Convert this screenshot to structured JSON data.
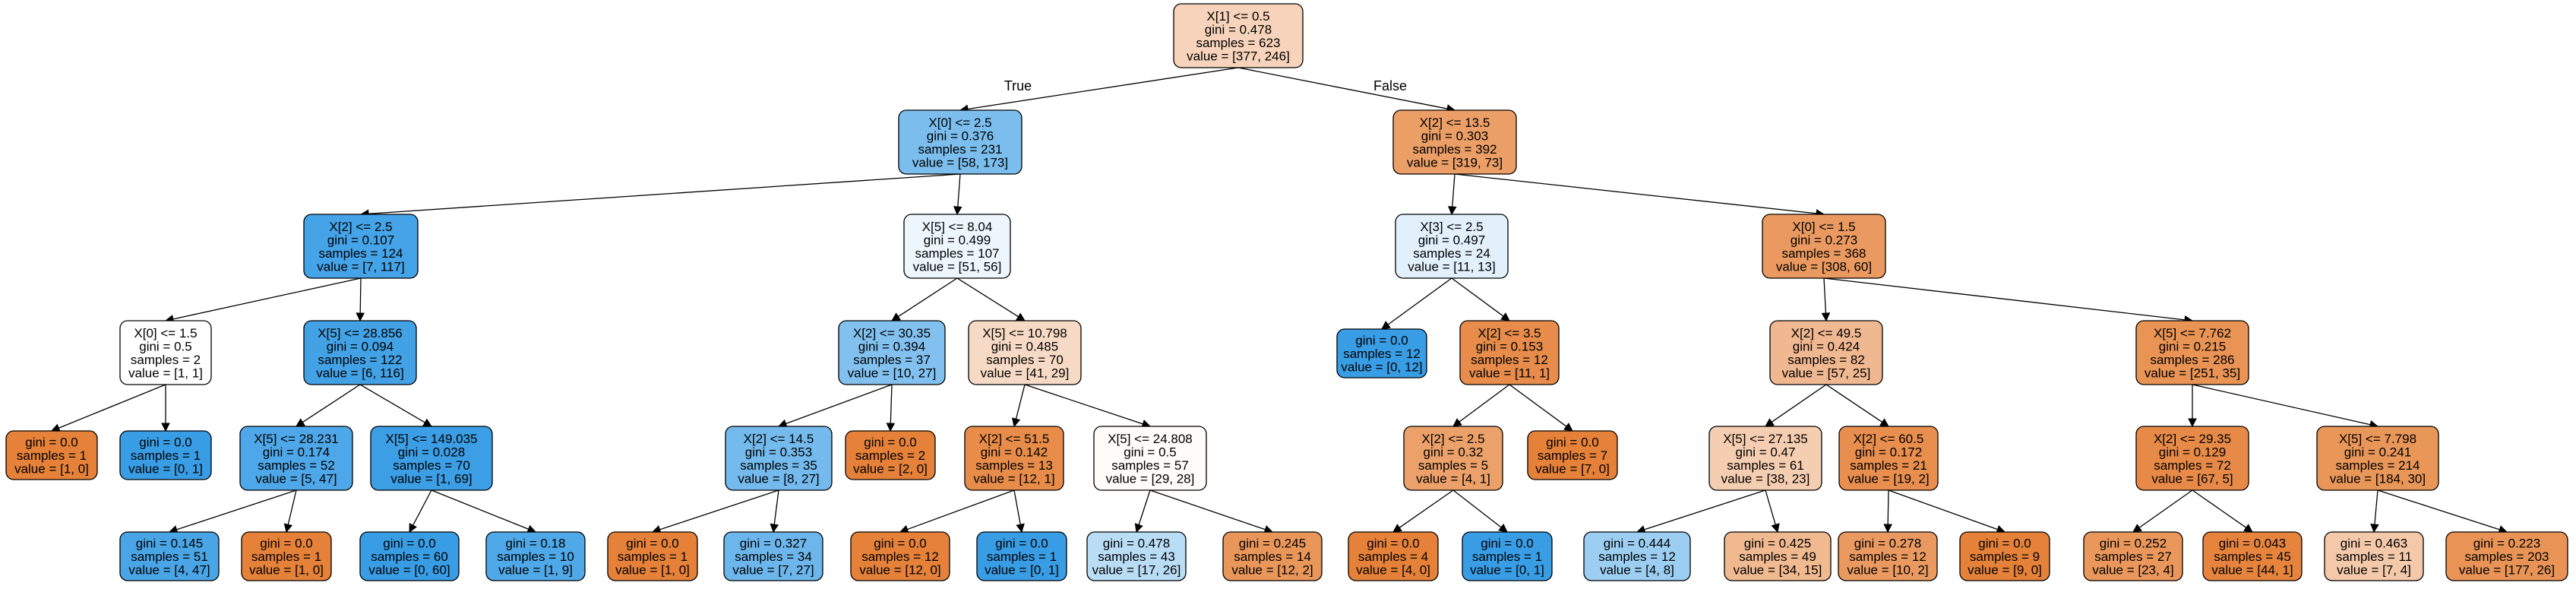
{
  "tree": {
    "colors": {
      "class_0": "#e58139",
      "class_1": "#399de5"
    },
    "nodes": [
      {
        "id": "n0",
        "lines": [
          "X[1] <= 0.5",
          "gini = 0.478",
          "samples = 623",
          "value = [377, 246]"
        ],
        "value": [
          377,
          246
        ]
      },
      {
        "id": "n1",
        "lines": [
          "X[0] <= 2.5",
          "gini = 0.376",
          "samples = 231",
          "value = [58, 173]"
        ],
        "value": [
          58,
          173
        ]
      },
      {
        "id": "n2",
        "lines": [
          "X[2] <= 13.5",
          "gini = 0.303",
          "samples = 392",
          "value = [319, 73]"
        ],
        "value": [
          319,
          73
        ]
      },
      {
        "id": "n3",
        "lines": [
          "X[2] <= 2.5",
          "gini = 0.107",
          "samples = 124",
          "value = [7, 117]"
        ],
        "value": [
          7,
          117
        ]
      },
      {
        "id": "n4",
        "lines": [
          "X[5] <= 8.04",
          "gini = 0.499",
          "samples = 107",
          "value = [51, 56]"
        ],
        "value": [
          51,
          56
        ]
      },
      {
        "id": "n5",
        "lines": [
          "X[3] <= 2.5",
          "gini = 0.497",
          "samples = 24",
          "value = [11, 13]"
        ],
        "value": [
          11,
          13
        ]
      },
      {
        "id": "n6",
        "lines": [
          "X[0] <= 1.5",
          "gini = 0.273",
          "samples = 368",
          "value = [308, 60]"
        ],
        "value": [
          308,
          60
        ]
      },
      {
        "id": "n7",
        "lines": [
          "X[0] <= 1.5",
          "gini = 0.5",
          "samples = 2",
          "value = [1, 1]"
        ],
        "value": [
          1,
          1
        ]
      },
      {
        "id": "n8",
        "lines": [
          "X[5] <= 28.856",
          "gini = 0.094",
          "samples = 122",
          "value = [6, 116]"
        ],
        "value": [
          6,
          116
        ]
      },
      {
        "id": "n9",
        "lines": [
          "X[2] <= 30.35",
          "gini = 0.394",
          "samples = 37",
          "value = [10, 27]"
        ],
        "value": [
          10,
          27
        ]
      },
      {
        "id": "n10",
        "lines": [
          "X[5] <= 10.798",
          "gini = 0.485",
          "samples = 70",
          "value = [41, 29]"
        ],
        "value": [
          41,
          29
        ]
      },
      {
        "id": "n11",
        "lines": [
          "gini = 0.0",
          "samples = 12",
          "value = [0, 12]"
        ],
        "value": [
          0,
          12
        ]
      },
      {
        "id": "n12",
        "lines": [
          "X[2] <= 3.5",
          "gini = 0.153",
          "samples = 12",
          "value = [11, 1]"
        ],
        "value": [
          11,
          1
        ]
      },
      {
        "id": "n13",
        "lines": [
          "X[2] <= 49.5",
          "gini = 0.424",
          "samples = 82",
          "value = [57, 25]"
        ],
        "value": [
          57,
          25
        ]
      },
      {
        "id": "n14",
        "lines": [
          "X[5] <= 7.762",
          "gini = 0.215",
          "samples = 286",
          "value = [251, 35]"
        ],
        "value": [
          251,
          35
        ]
      },
      {
        "id": "n15",
        "lines": [
          "gini = 0.0",
          "samples = 1",
          "value = [1, 0]"
        ],
        "value": [
          1,
          0
        ]
      },
      {
        "id": "n16",
        "lines": [
          "gini = 0.0",
          "samples = 1",
          "value = [0, 1]"
        ],
        "value": [
          0,
          1
        ]
      },
      {
        "id": "n17",
        "lines": [
          "X[5] <= 28.231",
          "gini = 0.174",
          "samples = 52",
          "value = [5, 47]"
        ],
        "value": [
          5,
          47
        ]
      },
      {
        "id": "n18",
        "lines": [
          "X[5] <= 149.035",
          "gini = 0.028",
          "samples = 70",
          "value = [1, 69]"
        ],
        "value": [
          1,
          69
        ]
      },
      {
        "id": "n19",
        "lines": [
          "X[2] <= 14.5",
          "gini = 0.353",
          "samples = 35",
          "value = [8, 27]"
        ],
        "value": [
          8,
          27
        ]
      },
      {
        "id": "n20",
        "lines": [
          "gini = 0.0",
          "samples = 2",
          "value = [2, 0]"
        ],
        "value": [
          2,
          0
        ]
      },
      {
        "id": "n21",
        "lines": [
          "X[2] <= 51.5",
          "gini = 0.142",
          "samples = 13",
          "value = [12, 1]"
        ],
        "value": [
          12,
          1
        ]
      },
      {
        "id": "n22",
        "lines": [
          "X[5] <= 24.808",
          "gini = 0.5",
          "samples = 57",
          "value = [29, 28]"
        ],
        "value": [
          29,
          28
        ]
      },
      {
        "id": "n23",
        "lines": [
          "X[2] <= 2.5",
          "gini = 0.32",
          "samples = 5",
          "value = [4, 1]"
        ],
        "value": [
          4,
          1
        ]
      },
      {
        "id": "n24",
        "lines": [
          "gini = 0.0",
          "samples = 7",
          "value = [7, 0]"
        ],
        "value": [
          7,
          0
        ]
      },
      {
        "id": "n25",
        "lines": [
          "X[5] <= 27.135",
          "gini = 0.47",
          "samples = 61",
          "value = [38, 23]"
        ],
        "value": [
          38,
          23
        ]
      },
      {
        "id": "n26",
        "lines": [
          "X[2] <= 60.5",
          "gini = 0.172",
          "samples = 21",
          "value = [19, 2]"
        ],
        "value": [
          19,
          2
        ]
      },
      {
        "id": "n27",
        "lines": [
          "X[2] <= 29.35",
          "gini = 0.129",
          "samples = 72",
          "value = [67, 5]"
        ],
        "value": [
          67,
          5
        ]
      },
      {
        "id": "n28",
        "lines": [
          "X[5] <= 7.798",
          "gini = 0.241",
          "samples = 214",
          "value = [184, 30]"
        ],
        "value": [
          184,
          30
        ]
      },
      {
        "id": "n29",
        "lines": [
          "gini = 0.145",
          "samples = 51",
          "value = [4, 47]"
        ],
        "value": [
          4,
          47
        ]
      },
      {
        "id": "n30",
        "lines": [
          "gini = 0.0",
          "samples = 1",
          "value = [1, 0]"
        ],
        "value": [
          1,
          0
        ]
      },
      {
        "id": "n31",
        "lines": [
          "gini = 0.0",
          "samples = 60",
          "value = [0, 60]"
        ],
        "value": [
          0,
          60
        ]
      },
      {
        "id": "n32",
        "lines": [
          "gini = 0.18",
          "samples = 10",
          "value = [1, 9]"
        ],
        "value": [
          1,
          9
        ]
      },
      {
        "id": "n33",
        "lines": [
          "gini = 0.0",
          "samples = 1",
          "value = [1, 0]"
        ],
        "value": [
          1,
          0
        ]
      },
      {
        "id": "n34",
        "lines": [
          "gini = 0.327",
          "samples = 34",
          "value = [7, 27]"
        ],
        "value": [
          7,
          27
        ]
      },
      {
        "id": "n35",
        "lines": [
          "gini = 0.0",
          "samples = 12",
          "value = [12, 0]"
        ],
        "value": [
          12,
          0
        ]
      },
      {
        "id": "n36",
        "lines": [
          "gini = 0.0",
          "samples = 1",
          "value = [0, 1]"
        ],
        "value": [
          0,
          1
        ]
      },
      {
        "id": "n37",
        "lines": [
          "gini = 0.478",
          "samples = 43",
          "value = [17, 26]"
        ],
        "value": [
          17,
          26
        ]
      },
      {
        "id": "n38",
        "lines": [
          "gini = 0.245",
          "samples = 14",
          "value = [12, 2]"
        ],
        "value": [
          12,
          2
        ]
      },
      {
        "id": "n39",
        "lines": [
          "gini = 0.0",
          "samples = 4",
          "value = [4, 0]"
        ],
        "value": [
          4,
          0
        ]
      },
      {
        "id": "n40",
        "lines": [
          "gini = 0.0",
          "samples = 1",
          "value = [0, 1]"
        ],
        "value": [
          0,
          1
        ]
      },
      {
        "id": "n41",
        "lines": [
          "gini = 0.444",
          "samples = 12",
          "value = [4, 8]"
        ],
        "value": [
          4,
          8
        ]
      },
      {
        "id": "n42",
        "lines": [
          "gini = 0.425",
          "samples = 49",
          "value = [34, 15]"
        ],
        "value": [
          34,
          15
        ]
      },
      {
        "id": "n43",
        "lines": [
          "gini = 0.278",
          "samples = 12",
          "value = [10, 2]"
        ],
        "value": [
          10,
          2
        ]
      },
      {
        "id": "n44",
        "lines": [
          "gini = 0.0",
          "samples = 9",
          "value = [9, 0]"
        ],
        "value": [
          9,
          0
        ]
      },
      {
        "id": "n45",
        "lines": [
          "gini = 0.252",
          "samples = 27",
          "value = [23, 4]"
        ],
        "value": [
          23,
          4
        ]
      },
      {
        "id": "n46",
        "lines": [
          "gini = 0.043",
          "samples = 45",
          "value = [44, 1]"
        ],
        "value": [
          44,
          1
        ]
      },
      {
        "id": "n47",
        "lines": [
          "gini = 0.463",
          "samples = 11",
          "value = [7, 4]"
        ],
        "value": [
          7,
          4
        ]
      },
      {
        "id": "n48",
        "lines": [
          "gini = 0.223",
          "samples = 203",
          "value = [177, 26]"
        ],
        "value": [
          177,
          26
        ]
      }
    ],
    "edges": [
      {
        "from": "n0",
        "to": "n1",
        "label": "True"
      },
      {
        "from": "n0",
        "to": "n2",
        "label": "False"
      },
      {
        "from": "n1",
        "to": "n3"
      },
      {
        "from": "n1",
        "to": "n4"
      },
      {
        "from": "n2",
        "to": "n5"
      },
      {
        "from": "n2",
        "to": "n6"
      },
      {
        "from": "n3",
        "to": "n7"
      },
      {
        "from": "n3",
        "to": "n8"
      },
      {
        "from": "n4",
        "to": "n9"
      },
      {
        "from": "n4",
        "to": "n10"
      },
      {
        "from": "n5",
        "to": "n11"
      },
      {
        "from": "n5",
        "to": "n12"
      },
      {
        "from": "n6",
        "to": "n13"
      },
      {
        "from": "n6",
        "to": "n14"
      },
      {
        "from": "n7",
        "to": "n15"
      },
      {
        "from": "n7",
        "to": "n16"
      },
      {
        "from": "n8",
        "to": "n17"
      },
      {
        "from": "n8",
        "to": "n18"
      },
      {
        "from": "n9",
        "to": "n19"
      },
      {
        "from": "n9",
        "to": "n20"
      },
      {
        "from": "n10",
        "to": "n21"
      },
      {
        "from": "n10",
        "to": "n22"
      },
      {
        "from": "n12",
        "to": "n23"
      },
      {
        "from": "n12",
        "to": "n24"
      },
      {
        "from": "n13",
        "to": "n25"
      },
      {
        "from": "n13",
        "to": "n26"
      },
      {
        "from": "n14",
        "to": "n27"
      },
      {
        "from": "n14",
        "to": "n28"
      },
      {
        "from": "n17",
        "to": "n29"
      },
      {
        "from": "n17",
        "to": "n30"
      },
      {
        "from": "n18",
        "to": "n31"
      },
      {
        "from": "n18",
        "to": "n32"
      },
      {
        "from": "n19",
        "to": "n33"
      },
      {
        "from": "n19",
        "to": "n34"
      },
      {
        "from": "n21",
        "to": "n35"
      },
      {
        "from": "n21",
        "to": "n36"
      },
      {
        "from": "n22",
        "to": "n37"
      },
      {
        "from": "n22",
        "to": "n38"
      },
      {
        "from": "n23",
        "to": "n39"
      },
      {
        "from": "n23",
        "to": "n40"
      },
      {
        "from": "n25",
        "to": "n41"
      },
      {
        "from": "n25",
        "to": "n42"
      },
      {
        "from": "n26",
        "to": "n43"
      },
      {
        "from": "n26",
        "to": "n44"
      },
      {
        "from": "n27",
        "to": "n45"
      },
      {
        "from": "n27",
        "to": "n46"
      },
      {
        "from": "n28",
        "to": "n47"
      },
      {
        "from": "n28",
        "to": "n48"
      }
    ]
  }
}
